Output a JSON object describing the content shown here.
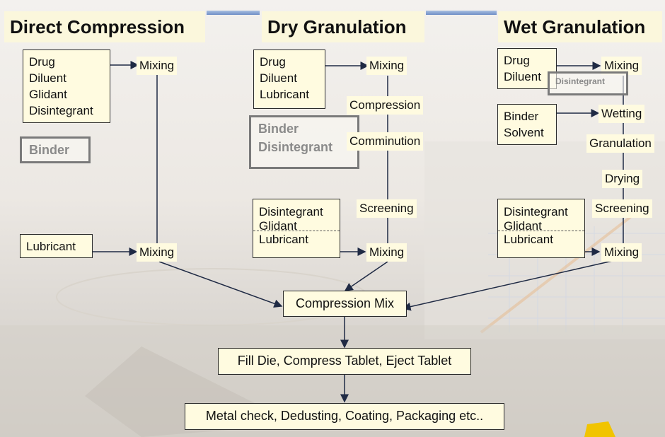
{
  "columns": {
    "direct": {
      "title": "Direct Compression",
      "ingredients": [
        "Drug",
        "Diluent",
        "Glidant",
        "Disintegrant"
      ],
      "removed": [
        "Binder"
      ],
      "lubricant": "Lubricant",
      "steps": [
        "Mixing",
        "Mixing"
      ]
    },
    "dry": {
      "title": "Dry Granulation",
      "ingredients": [
        "Drug",
        "Diluent",
        "Lubricant"
      ],
      "removed": [
        "Binder",
        "Disintegrant"
      ],
      "extragranular": [
        "Disintegrant",
        "Glidant",
        "Lubricant"
      ],
      "steps": [
        "Mixing",
        "Compression",
        "Comminution",
        "Screening",
        "Mixing"
      ]
    },
    "wet": {
      "title": "Wet Granulation",
      "ingredients": [
        "Drug",
        "Diluent"
      ],
      "added": "Disintegrant",
      "binder": [
        "Binder",
        "Solvent"
      ],
      "extragranular": [
        "Disintegrant",
        "Glidant",
        "Lubricant"
      ],
      "steps": [
        "Mixing",
        "Wetting",
        "Granulation",
        "Drying",
        "Screening",
        "Mixing"
      ]
    }
  },
  "common": {
    "compression_mix": "Compression Mix",
    "tableting": "Fill Die, Compress Tablet, Eject Tablet",
    "finishing": "Metal check, Dedusting, Coating, Packaging etc.."
  },
  "colors": {
    "box_fill": "#fffbe0",
    "heading_fill": "#fbf7dc",
    "line": "#1f2a44",
    "annotation_border": "#7a7a7a",
    "annotation_text": "#8a8a8a",
    "accent_bar": "#6f8fc7"
  }
}
